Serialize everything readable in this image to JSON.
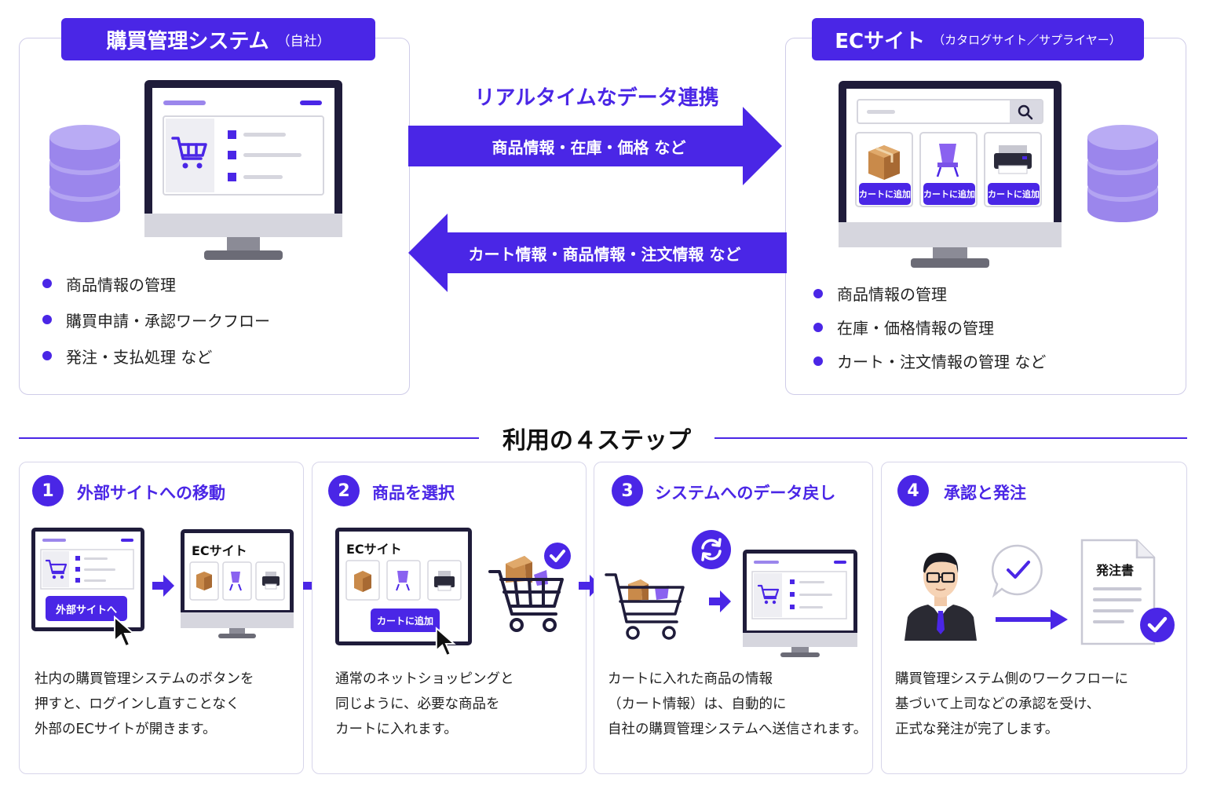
{
  "left_panel": {
    "title": "購買管理システム",
    "title_sub": "（自社）",
    "bullets": [
      "商品情報の管理",
      "購買申請・承認ワークフロー",
      "発注・支払処理 など"
    ]
  },
  "right_panel": {
    "title": "ECサイト",
    "title_sub": "（カタログサイト／サプライヤー）",
    "bullets": [
      "商品情報の管理",
      "在庫・価格情報の管理",
      "カート・注文情報の管理 など"
    ],
    "add_to_cart": "カートに追加"
  },
  "sync": {
    "title": "リアルタイムなデータ連携",
    "to_right": "商品情報・在庫・価格 など",
    "to_left": "カート情報・商品情報・注文情報 など"
  },
  "steps_title": "利用の４ステップ",
  "steps": [
    {
      "num": "1",
      "label": "外部サイトへの移動",
      "button": "外部サイトへ",
      "ec_label": "ECサイト",
      "desc": [
        "社内の購買管理システムのボタンを",
        "押すと、ログインし直すことなく",
        "外部のECサイトが開きます。"
      ]
    },
    {
      "num": "2",
      "label": "商品を選択",
      "ec_label": "ECサイト",
      "button": "カートに追加",
      "desc": [
        "通常のネットショッピングと",
        "同じように、必要な商品を",
        "カートに入れます。"
      ]
    },
    {
      "num": "3",
      "label": "システムへのデータ戻し",
      "desc": [
        "カートに入れた商品の情報",
        "（カート情報）は、自動的に",
        "自社の購買管理システムへ送信されます。"
      ]
    },
    {
      "num": "4",
      "label": "承認と発注",
      "doc_title": "発注書",
      "desc": [
        "購買管理システム側のワークフローに",
        "基づいて上司などの承認を受け、",
        "正式な発注が完了します。"
      ]
    }
  ],
  "colors": {
    "accent": "#4a26e6",
    "db": "#9b86ec",
    "border": "#cfcce8"
  }
}
